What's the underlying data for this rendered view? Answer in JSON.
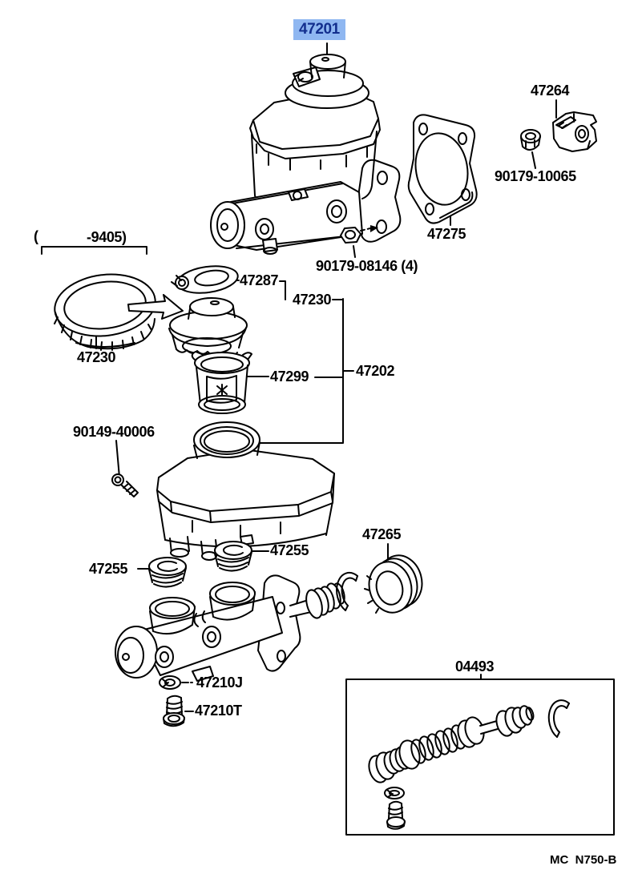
{
  "diagram": {
    "footer_code": "MC  N750-B",
    "highlight_bg": "#8fb7f1",
    "highlight_fg": "#132f8e"
  },
  "parts": {
    "p47201": "47201",
    "p47264": "47264",
    "p90179_10065": "90179-10065",
    "p47275": "47275",
    "p90179_08146": "90179-08146 (4)",
    "range_open": "(",
    "range_close": "-9405)",
    "p47230_a": "47230",
    "p47287": "47287",
    "p47230_b": "47230",
    "p47299": "47299",
    "p47202": "47202",
    "p90149_40006": "90149-40006",
    "p47255_a": "47255",
    "p47255_b": "47255",
    "p47265": "47265",
    "p47210J": "47210J",
    "p47210T": "47210T",
    "p04493": "04493"
  }
}
